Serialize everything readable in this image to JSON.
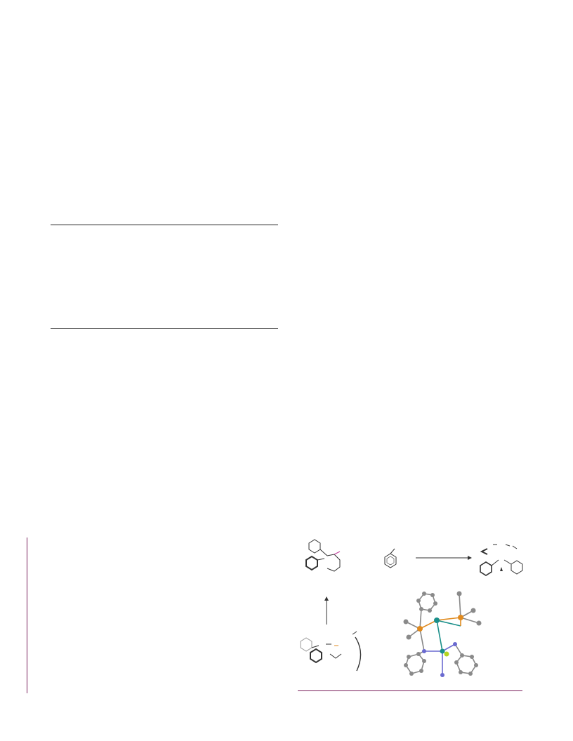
{
  "colors": {
    "rule": "#222222",
    "accent": "#7a1f5c",
    "carbon": "#8a8a8a",
    "phosphorus": "#e08a1e",
    "metal": "#1a8f8a",
    "nitrogen": "#6a6ad0",
    "halide": "#b6d41e",
    "bond": "#333333"
  },
  "figure": {
    "elements": [
      "precursor-complex",
      "toluene",
      "product-complex",
      "starting-complex",
      "crystal-structure"
    ]
  }
}
